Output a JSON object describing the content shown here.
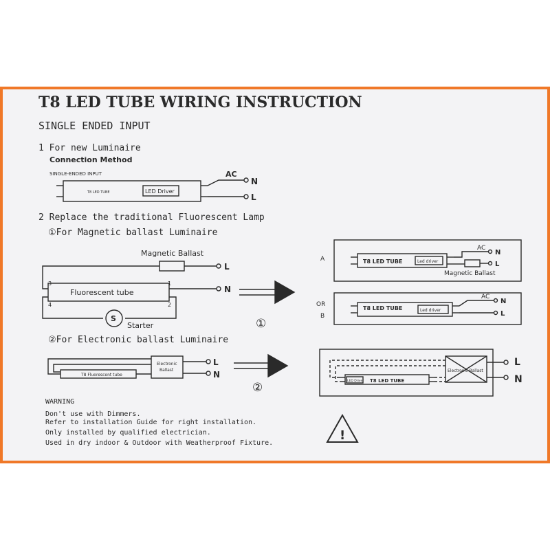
{
  "title": "T8 LED TUBE WIRING INSTRUCTION",
  "subtitle": "SINGLE ENDED INPUT",
  "section1": {
    "heading": "1 For new Luminaire",
    "method": "Connection Method",
    "caption": "SINGLE-ENDED INPUT",
    "tube_label": "T8 LED TUBE",
    "driver_label": "LED Driver",
    "ac": "AC",
    "n": "N",
    "l": "L"
  },
  "section2": {
    "heading": "2 Replace the traditional Fluorescent Lamp",
    "magnetic": {
      "heading": "①For Magnetic ballast Luminaire",
      "ballast_label": "Magnetic Ballast",
      "tube_label": "Fluorescent tube",
      "starter_symbol": "S",
      "starter_label": "Starter",
      "pins": [
        "1",
        "2",
        "3",
        "4"
      ],
      "l": "L",
      "n": "N",
      "step": "①"
    },
    "electronic": {
      "heading": "②For Electronic ballast Luminaire",
      "ballast_label_1": "Electronic",
      "ballast_label_2": "Ballast",
      "tube_label": "T8 Fluorescent tube",
      "l": "L",
      "n": "N",
      "step": "②"
    }
  },
  "result_a": {
    "tag": "A",
    "tube_label": "T8 LED TUBE",
    "driver_label": "Led driver",
    "ac": "AC",
    "n": "N",
    "l": "L",
    "ballast_label": "Magnetic Ballast"
  },
  "result_b": {
    "tag_or": "OR",
    "tag": "B",
    "tube_label": "T8 LED TUBE",
    "driver_label": "Led driver",
    "ac": "AC",
    "n": "N",
    "l": "L"
  },
  "result_electronic": {
    "tube_label": "T8 LED TUBE",
    "driver_label": "LED Driver",
    "ballast_label": "Electronic Ballast",
    "l": "L",
    "n": "N"
  },
  "warning": {
    "heading": "WARNING",
    "lines": [
      "Don't use with Dimmers.",
      "Refer to installation Guide for right installation.",
      "Only installed by qualified electrician.",
      "Used in dry indoor & Outdoor with Weatherproof Fixture."
    ],
    "icon_symbol": "!"
  },
  "colors": {
    "border": "#f07828",
    "paper": "#f3f3f5",
    "ink": "#2a2a2a"
  }
}
